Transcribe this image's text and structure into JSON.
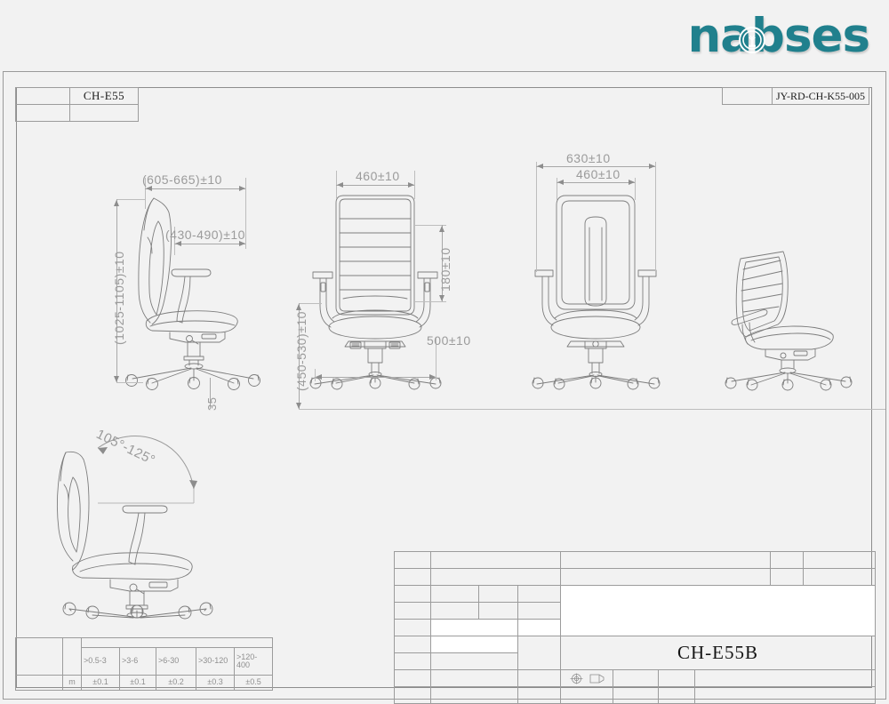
{
  "brand": {
    "name": "nabses",
    "color": "#20808d",
    "emblem_icon": "tree-in-circle-icon"
  },
  "titleblock_top": {
    "left_code": "CH-E55",
    "right_code": "JY-RD-CH-K55-005"
  },
  "views": {
    "side": {
      "name": "side-view",
      "dims": {
        "overall_depth": "(605-665)±10",
        "seat_depth": "(430-490)±10",
        "overall_height": "(1025-1105)±10"
      }
    },
    "front": {
      "name": "front-view",
      "dims": {
        "back_width": "460±10",
        "back_height": "180±10",
        "base_width": "500±10",
        "seat_height": "(450-530)±10",
        "castor_height": "35"
      }
    },
    "rear": {
      "name": "rear-view",
      "dims": {
        "arm_width": "630±10",
        "back_width": "460±10"
      }
    },
    "iso": {
      "name": "isometric-view"
    },
    "recline": {
      "name": "recline-view",
      "dims": {
        "angle_range": "105°-125°"
      }
    }
  },
  "tolerance_table": {
    "unit": "m",
    "ranges": [
      ">0.5-3",
      ">3-6",
      ">6-30",
      ">30-120",
      ">120-400"
    ],
    "values": [
      "±0.1",
      "±0.1",
      "±0.2",
      "±0.3",
      "±0.5"
    ]
  },
  "title_block": {
    "model_name": "CH-E55B",
    "projection_symbol": "first-angle-projection-icon"
  },
  "colors": {
    "background": "#f2f2f2",
    "line": "#8c8c8c",
    "dimension_text": "#9b9b9b",
    "brand": "#20808d"
  }
}
